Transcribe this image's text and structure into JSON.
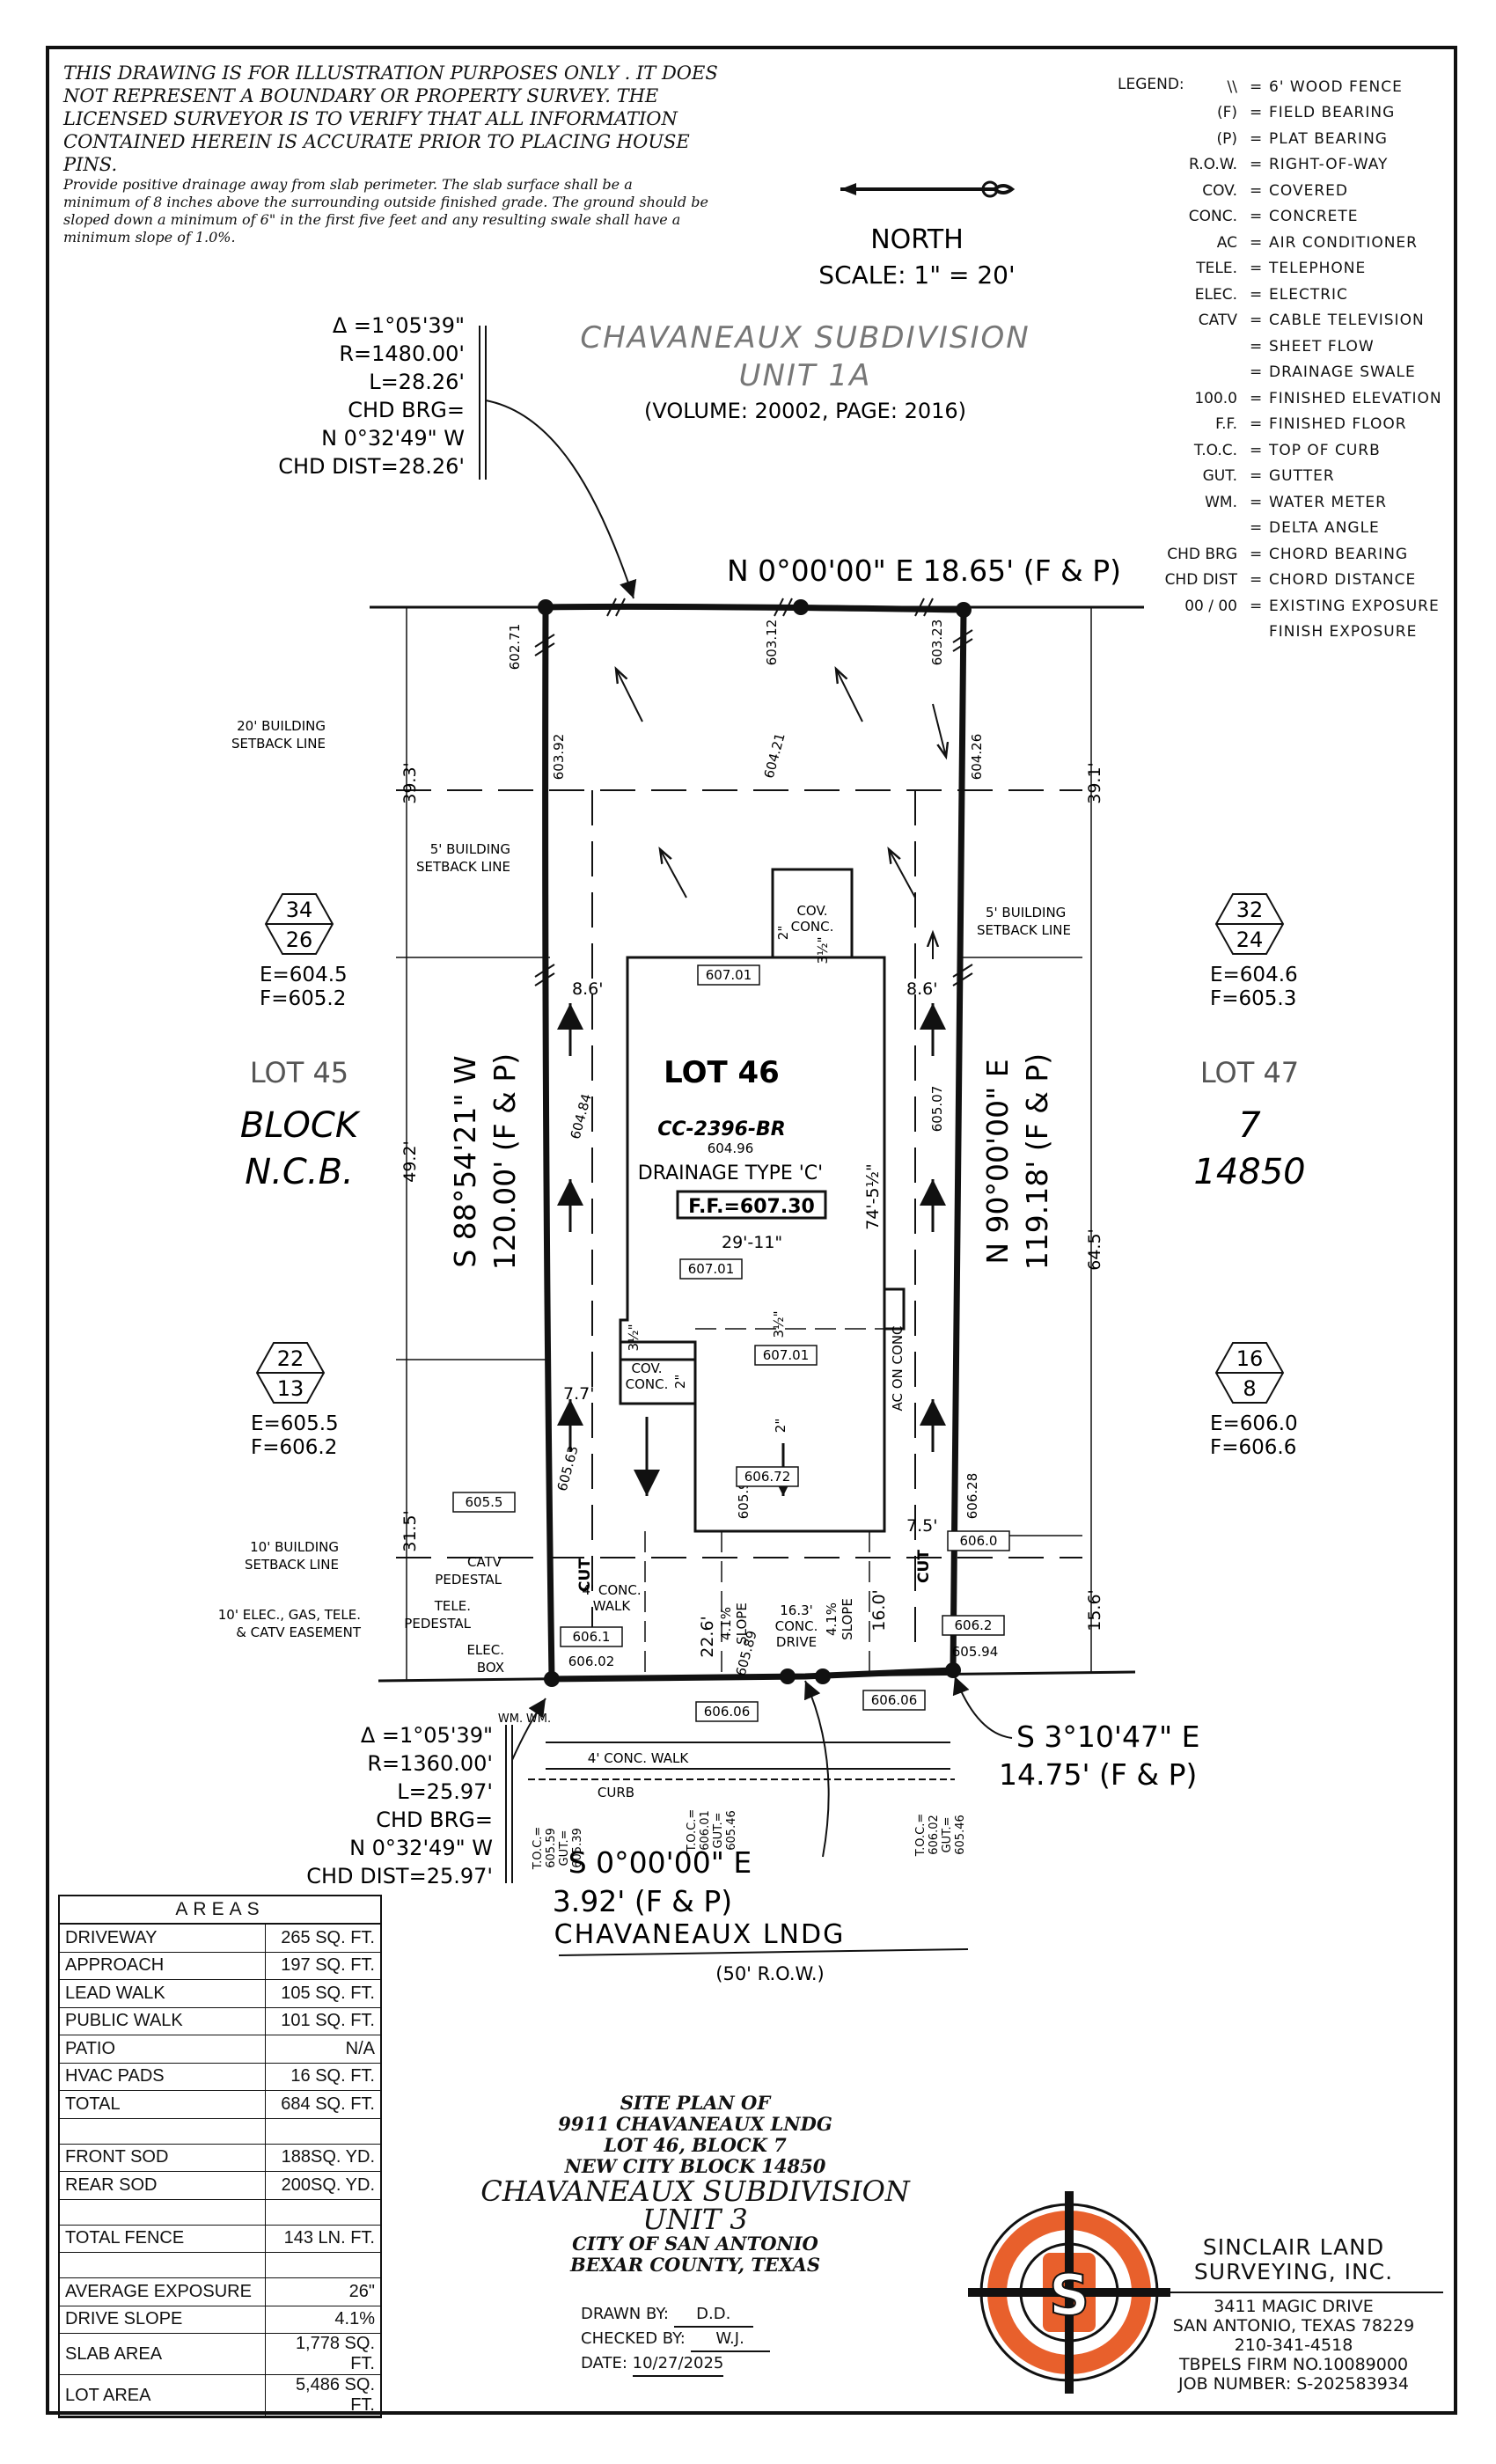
{
  "disclaimer": {
    "lines": [
      "THIS DRAWING IS FOR ILLUSTRATION PURPOSES ONLY . IT DOES",
      "NOT REPRESENT A BOUNDARY OR PROPERTY SURVEY. THE",
      "LICENSED SURVEYOR IS TO VERIFY THAT ALL INFORMATION",
      "CONTAINED HEREIN IS ACCURATE PRIOR TO PLACING HOUSE PINS."
    ],
    "drainage_lines": [
      "Provide positive drainage away from slab perimeter. The slab surface shall be a",
      "minimum of 8 inches above the surrounding outside finished grade. The ground should be",
      "sloped down a minimum of 6\" in the first five feet and any resulting swale shall have a",
      "minimum slope of 1.0%."
    ]
  },
  "legend": {
    "title": "LEGEND:",
    "items": [
      {
        "sym": "\\\\",
        "desc": "6' WOOD FENCE"
      },
      {
        "sym": "(F)",
        "desc": "FIELD BEARING"
      },
      {
        "sym": "(P)",
        "desc": "PLAT BEARING"
      },
      {
        "sym": "R.O.W.",
        "desc": "RIGHT-OF-WAY"
      },
      {
        "sym": "COV.",
        "desc": "COVERED"
      },
      {
        "sym": "CONC.",
        "desc": "CONCRETE"
      },
      {
        "sym": "AC",
        "desc": "AIR CONDITIONER"
      },
      {
        "sym": "TELE.",
        "desc": "TELEPHONE"
      },
      {
        "sym": "ELEC.",
        "desc": "ELECTRIC"
      },
      {
        "sym": "CATV",
        "desc": "CABLE TELEVISION"
      },
      {
        "sym": "",
        "desc": "SHEET FLOW"
      },
      {
        "sym": "",
        "desc": "DRAINAGE SWALE"
      },
      {
        "sym": "100.0",
        "desc": "FINISHED ELEVATION"
      },
      {
        "sym": "F.F.",
        "desc": "FINISHED FLOOR"
      },
      {
        "sym": "T.O.C.",
        "desc": "TOP OF CURB"
      },
      {
        "sym": "GUT.",
        "desc": "GUTTER"
      },
      {
        "sym": "WM.",
        "desc": "WATER METER"
      },
      {
        "sym": "",
        "desc": "DELTA ANGLE"
      },
      {
        "sym": "CHD BRG",
        "desc": "CHORD BEARING"
      },
      {
        "sym": "CHD DIST",
        "desc": "CHORD DISTANCE"
      },
      {
        "sym": "00 / 00",
        "desc": "EXISTING EXPOSURE"
      },
      {
        "sym": "",
        "desc": "FINISH EXPOSURE"
      }
    ]
  },
  "north": {
    "label": "NORTH",
    "scale": "SCALE:  1\"  =  20'"
  },
  "subdivision": {
    "name": "CHAVANEAUX  SUBDIVISION",
    "unit": "UNIT  1A",
    "volume": "(VOLUME: 20002, PAGE: 2016)"
  },
  "curve_top": {
    "delta": "Δ =1°05'39\"",
    "r": "R=1480.00'",
    "l": "L=28.26'",
    "chd_brg": "CHD BRG=",
    "brg": "N 0°32'49\" W",
    "dist": "CHD DIST=28.26'"
  },
  "curve_bottom": {
    "delta": "Δ =1°05'39\"",
    "r": "R=1360.00'",
    "l": "L=25.97'",
    "chd_brg": "CHD BRG=",
    "brg": "N 0°32'49\" W",
    "dist": "CHD DIST=25.97'"
  },
  "bearings": {
    "north": "N 0°00'00\" E 18.65' (F & P)",
    "west_1": "S 88°54'21\" W",
    "west_2": "120.00' (F & P)",
    "east_1": "N 90°00'00\" E",
    "east_2": "119.18' (F & P)",
    "se_1": "S 3°10'47\" E",
    "se_2": "14.75' (F & P)",
    "s_1": "S 0°00'00\" E",
    "s_2": "3.92' (F & P)"
  },
  "lots": {
    "lot45": "LOT 45",
    "block": "BLOCK",
    "ncb": "N.C.B.",
    "lot46": "LOT 46",
    "lot47": "LOT 47",
    "block_no": "7",
    "ncb_no": "14850",
    "plan": "CC-2396-BR",
    "plan_elev": "604.96",
    "drainage": "DRAINAGE TYPE 'C'",
    "ff": "F.F.=607.30"
  },
  "exposures": {
    "nw": {
      "top": "34",
      "bottom": "26",
      "e": "E=604.5",
      "f": "F=605.2"
    },
    "ne": {
      "top": "32",
      "bottom": "24",
      "e": "E=604.6",
      "f": "F=605.3"
    },
    "sw": {
      "top": "22",
      "bottom": "13",
      "e": "E=605.5",
      "f": "F=606.2"
    },
    "se": {
      "top": "16",
      "bottom": "8",
      "e": "E=606.0",
      "f": "F=606.6"
    }
  },
  "labels": {
    "setback20": [
      "20' BUILDING",
      "SETBACK LINE"
    ],
    "setback5w": [
      "5' BUILDING",
      "SETBACK LINE"
    ],
    "setback5e": [
      "5' BUILDING",
      "SETBACK LINE"
    ],
    "setback10": [
      "10' BUILDING",
      "SETBACK LINE"
    ],
    "easement": [
      "10' ELEC., GAS, TELE.",
      "& CATV EASEMENT"
    ],
    "catv": [
      "CATV",
      "PEDESTAL"
    ],
    "tele": [
      "TELE.",
      "PEDESTAL"
    ],
    "elec": [
      "ELEC.",
      "BOX"
    ],
    "cov_conc": [
      "COV.",
      "CONC."
    ],
    "conc_walk4": [
      "4' CONC.",
      "WALK"
    ],
    "walk4": "4' CONC. WALK",
    "curb": "CURB",
    "drive": [
      "16.3'",
      "CONC.",
      "DRIVE"
    ],
    "slope": [
      "4.1%",
      "SLOPE"
    ],
    "ac": "AC ON CONC",
    "cut": "CUT",
    "wm": "WM.",
    "street": "CHAVANEAUX LNDG",
    "row": "(50' R.O.W.)",
    "toc1": [
      "T.O.C.=",
      "605.59",
      "GUT.=",
      "605.39"
    ],
    "toc2": [
      "T.O.C.=",
      "606.01",
      "GUT.=",
      "605.46"
    ],
    "toc3": [
      "T.O.C.=",
      "606.02",
      "GUT.=",
      "605.46"
    ]
  },
  "dims": {
    "d39_3": "39.3'",
    "d39_1": "39.1'",
    "d49_2": "49.2'",
    "d64_5": "64.5'",
    "d31_5": "31.5'",
    "d15_6": "15.6'",
    "d8_6a": "8.6'",
    "d8_6b": "8.6'",
    "d29_11": "29'-11\"",
    "d74_5": "74'-5½\"",
    "d7_7": "7.7'",
    "d7_5": "7.5'",
    "d22_6": "22.6'",
    "d16_0": "16.0'",
    "d2a": "2\"",
    "d3_5a": "3½\"",
    "d2b": "2\"",
    "d3_5b": "3½\"",
    "d3_5c": "3½\"",
    "d2c": "2\""
  },
  "elevations": {
    "e602_71": "602.71",
    "e603_12": "603.12",
    "e603_23": "603.23",
    "e603_92": "603.92",
    "e604_21": "604.21",
    "e604_26": "604.26",
    "e604_84": "604.84",
    "e605_07": "605.07",
    "e607_01a": "607.01",
    "e607_01b": "607.01",
    "e607_01c": "607.01",
    "e605_63": "605.63",
    "e605_98": "605.98",
    "e606_72": "606.72",
    "e606_28": "606.28",
    "e605_5": "605.5",
    "e606_0": "606.0",
    "e606_1": "606.1",
    "e606_02": "606.02",
    "e606_2": "606.2",
    "e605_94": "605.94",
    "e606_06a": "606.06",
    "e606_06b": "606.06",
    "e605_89": "605.89"
  },
  "areas": {
    "title": "AREAS",
    "rows": [
      {
        "label": "DRIVEWAY",
        "value": "265 SQ. FT."
      },
      {
        "label": "APPROACH",
        "value": "197 SQ. FT."
      },
      {
        "label": "LEAD WALK",
        "value": "105 SQ. FT."
      },
      {
        "label": "PUBLIC WALK",
        "value": "101 SQ. FT."
      },
      {
        "label": "PATIO",
        "value": "N/A"
      },
      {
        "label": "HVAC PADS",
        "value": "16 SQ. FT."
      },
      {
        "label": "TOTAL",
        "value": "684 SQ. FT."
      },
      {
        "label": "",
        "value": ""
      },
      {
        "label": "FRONT SOD",
        "value": "188SQ. YD."
      },
      {
        "label": "REAR SOD",
        "value": "200SQ. YD."
      },
      {
        "label": "",
        "value": ""
      },
      {
        "label": "TOTAL FENCE",
        "value": "143 LN. FT."
      },
      {
        "label": "",
        "value": ""
      },
      {
        "label": "AVERAGE EXPOSURE",
        "value": "26\""
      },
      {
        "label": "DRIVE SLOPE",
        "value": "4.1%"
      },
      {
        "label": "SLAB AREA",
        "value": "1,778 SQ. FT."
      },
      {
        "label": "LOT AREA",
        "value": "5,486 SQ. FT."
      }
    ]
  },
  "title_block": {
    "l1": "SITE PLAN OF",
    "l2": "9911 CHAVANEAUX LNDG",
    "l3": "LOT 46, BLOCK 7",
    "l4": "NEW CITY BLOCK 14850",
    "l5": "CHAVANEAUX SUBDIVISION",
    "l6": "UNIT 3",
    "l7": "CITY OF SAN ANTONIO",
    "l8": "BEXAR COUNTY, TEXAS"
  },
  "drawn": {
    "drawn_label": "DRAWN BY:",
    "drawn_by": "D.D.",
    "checked_label": "CHECKED BY:",
    "checked_by": "W.J.",
    "date_label": "DATE:",
    "date": "10/27/2025"
  },
  "company": {
    "name1": "SINCLAIR LAND",
    "name2": "SURVEYING, INC.",
    "addr1": "3411 MAGIC DRIVE",
    "addr2": "SAN ANTONIO, TEXAS 78229",
    "phone": "210-341-4518",
    "firm": "TBPELS FIRM NO.10089000",
    "job": "JOB NUMBER: S-202583934",
    "logo_letter": "S",
    "logo_color": "#e8602c"
  }
}
